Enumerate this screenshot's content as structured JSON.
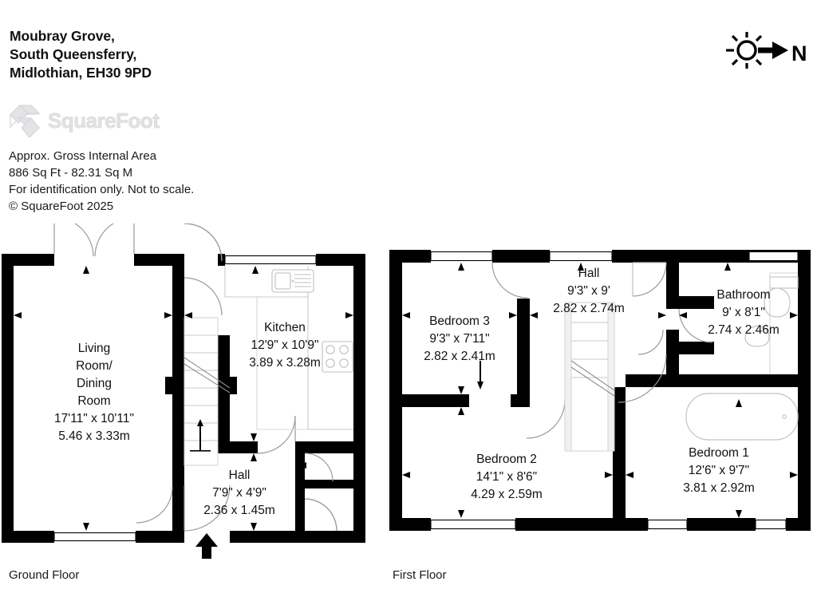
{
  "header": {
    "address_lines": [
      "Moubray Grove,",
      "South Queensferry,",
      "Midlothian, EH30 9PD"
    ]
  },
  "logo": {
    "wordmark": "SquareFoot",
    "mark_icon": "squarefoot-diamond-logo"
  },
  "area_notes": [
    "Approx. Gross Internal Area",
    "886 Sq Ft  -  82.31 Sq M",
    "For identification only. Not to scale.",
    "© SquareFoot 2025"
  ],
  "compass": {
    "label": "N",
    "sun_icon": "sun-icon",
    "arrow_icon": "north-arrow-icon"
  },
  "floors": [
    {
      "id": "ground",
      "caption": "Ground Floor",
      "rooms": [
        {
          "name": "Living\nRoom/\nDining\nRoom",
          "name_lines": [
            "Living",
            "Room/",
            "Dining",
            "Room"
          ],
          "dim_imperial": "17'11\" x 10'11\"",
          "dim_metric": "5.46 x 3.33m"
        },
        {
          "name": "Kitchen",
          "name_lines": [
            "Kitchen"
          ],
          "dim_imperial": "12'9\" x 10'9\"",
          "dim_metric": "3.89 x 3.28m"
        },
        {
          "name": "Hall",
          "name_lines": [
            "Hall"
          ],
          "dim_imperial": "7'9\" x 4'9\"",
          "dim_metric": "2.36 x 1.45m"
        }
      ],
      "fixtures": [
        "kitchen-sink",
        "kitchen-hob",
        "staircase-up",
        "entrance-arrow"
      ]
    },
    {
      "id": "first",
      "caption": "First Floor",
      "rooms": [
        {
          "name": "Hall",
          "name_lines": [
            "Hall"
          ],
          "dim_imperial": "9'3\" x 9'",
          "dim_metric": "2.82 x 2.74m"
        },
        {
          "name": "Bathroom",
          "name_lines": [
            "Bathroom"
          ],
          "dim_imperial": "9' x 8'1\"",
          "dim_metric": "2.74 x 2.46m"
        },
        {
          "name": "Bedroom 3",
          "name_lines": [
            "Bedroom 3"
          ],
          "dim_imperial": "9'3\" x 7'11\"",
          "dim_metric": "2.82 x 2.41m"
        },
        {
          "name": "Bedroom 2",
          "name_lines": [
            "Bedroom 2"
          ],
          "dim_imperial": "14'1\" x 8'6\"",
          "dim_metric": "4.29 x 2.59m"
        },
        {
          "name": "Bedroom 1",
          "name_lines": [
            "Bedroom 1"
          ],
          "dim_imperial": "12'6\" x 9'7\"",
          "dim_metric": "3.81 x 2.92m"
        }
      ],
      "fixtures": [
        "bathtub",
        "toilet",
        "staircase-down"
      ]
    }
  ],
  "colors": {
    "wall": "#000000",
    "background": "#ffffff",
    "text": "#111111",
    "logo_grey": "#e0e0e3",
    "fixture_outline": "#c9c9c9"
  }
}
